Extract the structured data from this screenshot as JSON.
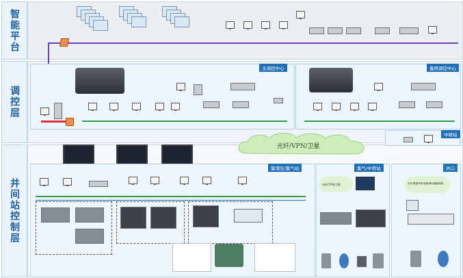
{
  "layers": {
    "smart_platform": "智能平台",
    "control": "调控层",
    "wellsite": "井间站控制层"
  },
  "panels": {
    "main_center": "主调控中心",
    "backup_center": "备用调控中心",
    "compressor_station": "集增压/集气站",
    "gas_station": "集气/中转站",
    "wellhead": "井口",
    "repeater": "中继站"
  },
  "cloud": {
    "label": "光纤/VPN/卫星"
  },
  "sub_clouds": {
    "gas_station": "光纤/VPN/卫星",
    "wellhead": "光纤/数据专线/电网/移动通信网络"
  },
  "colors": {
    "tag_blue": "#1f6fb8",
    "bus_purple": "#6a3fb0",
    "bus_green": "#2f9e44",
    "firewall_red": "#e03131",
    "cloud_green": "#cdeebc"
  },
  "icons": [
    "monitor-icon",
    "server-icon",
    "switch-icon",
    "router-icon",
    "firewall-icon",
    "rtu-rack-icon",
    "hmi-screen-icon",
    "flowmeter-icon",
    "cloud-icon",
    "control-room-icon"
  ]
}
